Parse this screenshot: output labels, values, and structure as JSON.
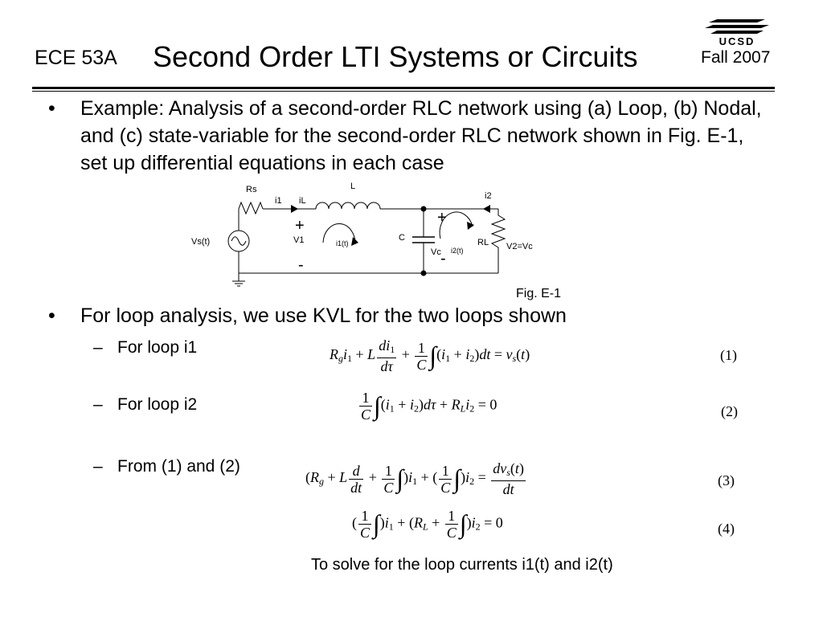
{
  "header": {
    "course": "ECE 53A",
    "title": "Second Order LTI Systems or Circuits",
    "term": "Fall 2007",
    "logo": "UCSD"
  },
  "bullets": [
    {
      "marker": "•",
      "text": "Example: Analysis of a second-order RLC network using (a) Loop, (b) Nodal, and (c) state-variable for the second-order RLC network shown in Fig. E-1, set up differential equations in each case"
    },
    {
      "marker": "•",
      "text": "For loop analysis, we use KVL for the two loops shown"
    }
  ],
  "subitems": [
    {
      "marker": "–",
      "text": "For loop i1"
    },
    {
      "marker": "–",
      "text": "For loop i2"
    },
    {
      "marker": "–",
      "text": "From (1) and (2)"
    }
  ],
  "circuit": {
    "labels": {
      "rs": "Rs",
      "l": "L",
      "i1": "i1",
      "il": "iL",
      "i2": "i2",
      "vs": "Vs(t)",
      "plus1": "+",
      "v1": "V1",
      "minus1": "-",
      "loop1": "i1(t)",
      "c": "C",
      "vc": "Vc",
      "plus2": "+",
      "minus2": "-",
      "loop2": "i2(t)",
      "rl": "RL",
      "v2": "V2=Vc"
    },
    "caption": "Fig. E-1"
  },
  "equations": [
    {
      "number": "(1)"
    },
    {
      "number": "(2)"
    },
    {
      "number": "(3)"
    },
    {
      "number": "(4)"
    }
  ],
  "conclusion": "To solve for the loop currents i1(t) and i2(t)"
}
